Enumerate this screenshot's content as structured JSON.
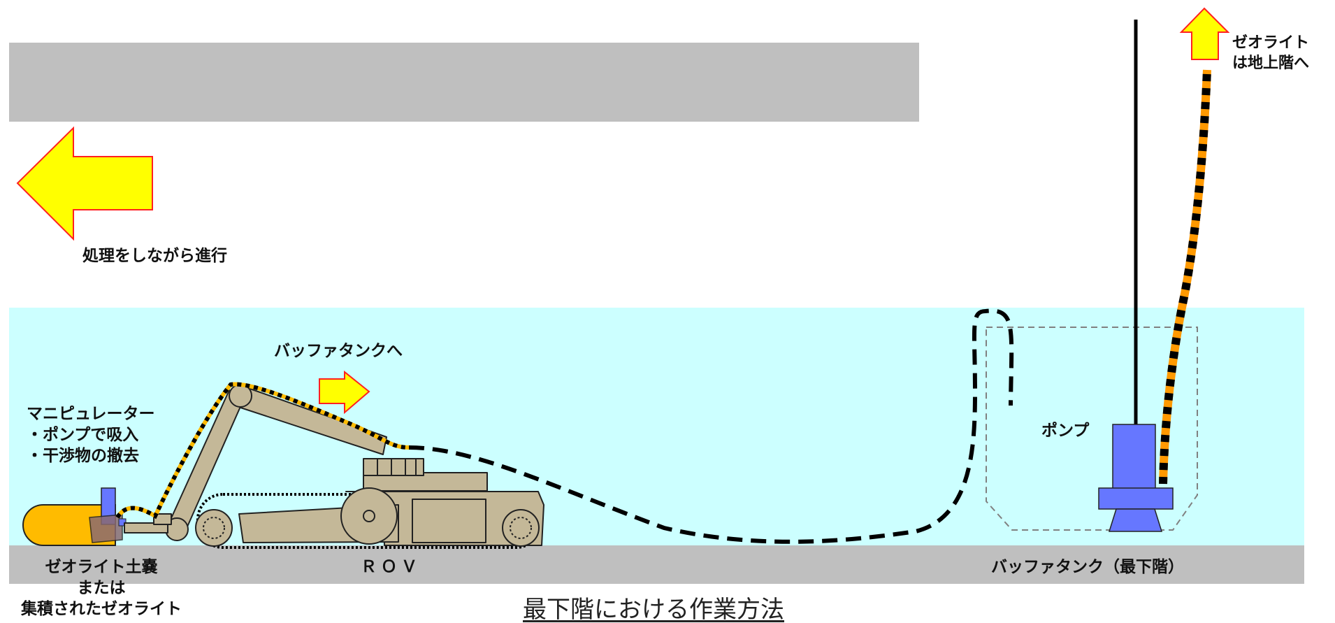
{
  "title": "最下階における作業方法",
  "labels": {
    "advance": "処理をしながら進行",
    "to_buffer_tank": "バッファタンクへ",
    "manipulator": [
      "マニピュレーター",
      "・ポンプで吸入",
      "・干渉物の撤去"
    ],
    "rov": "ＲＯＶ",
    "zeolite_bag": [
      "ゼオライト土嚢",
      "または",
      "集積されたゼオライト"
    ],
    "pump": "ポンプ",
    "buffer_tank": "バッファタンク（最下階）",
    "zeolite_up": [
      "ゼオライト",
      "は地上階へ"
    ]
  },
  "colors": {
    "ceiling": "#bfbfbf",
    "floor": "#bfbfbf",
    "water": "#ccffff",
    "arrow_fill": "#ffff00",
    "arrow_stroke": "#ff2020",
    "rov_body": "#c4b898",
    "pump": "#6677ff",
    "zeolite_bag": "#ffbb00",
    "hose_stripe": "#ff9900"
  }
}
